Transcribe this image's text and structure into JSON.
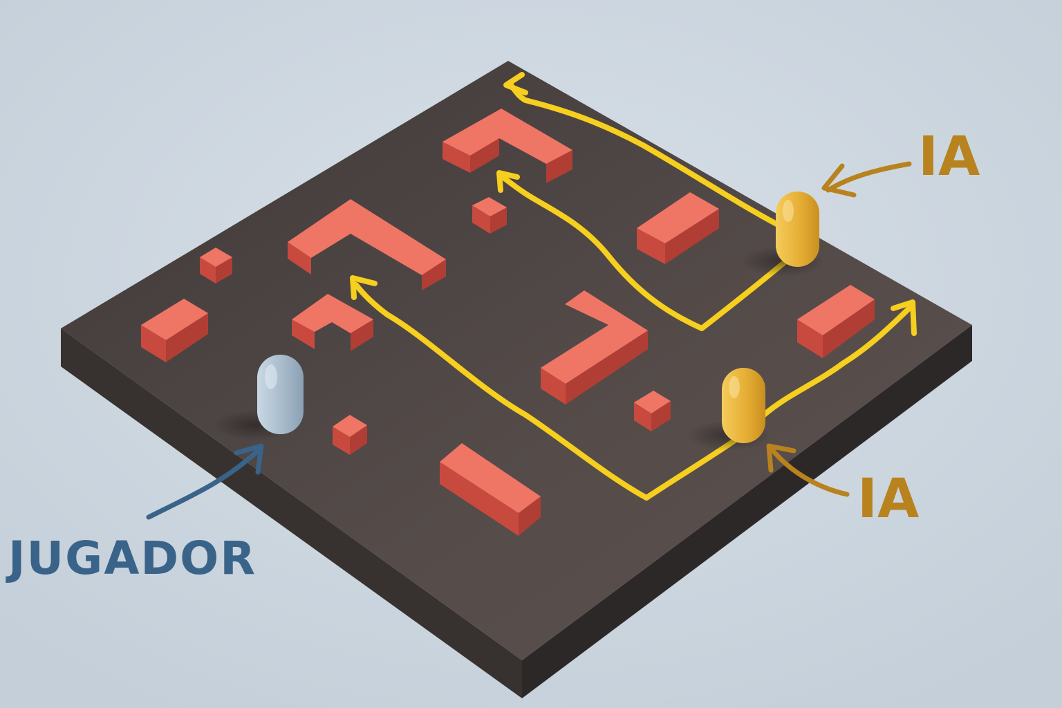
{
  "labels": {
    "player": "JUGADOR",
    "ai_top": "IA",
    "ai_bottom": "IA"
  },
  "colors": {
    "background": "#ccd6df",
    "board_top": "#4d4645",
    "board_side_left": "#383433",
    "board_side_right": "#2f2b2a",
    "obstacle_top": "#ef7565",
    "obstacle_side_left": "#c84a3f",
    "obstacle_side_right": "#b03e35",
    "player": "#a9bccc",
    "ai_agent": "#e8b43a",
    "ai_path": "#f6cf1f",
    "player_label": "#3a6389",
    "ai_label": "#b8821e"
  },
  "entities": {
    "player": {
      "type": "capsule",
      "role": "player"
    },
    "ai_agents": [
      {
        "type": "capsule",
        "role": "ai"
      },
      {
        "type": "capsule",
        "role": "ai"
      }
    ]
  }
}
